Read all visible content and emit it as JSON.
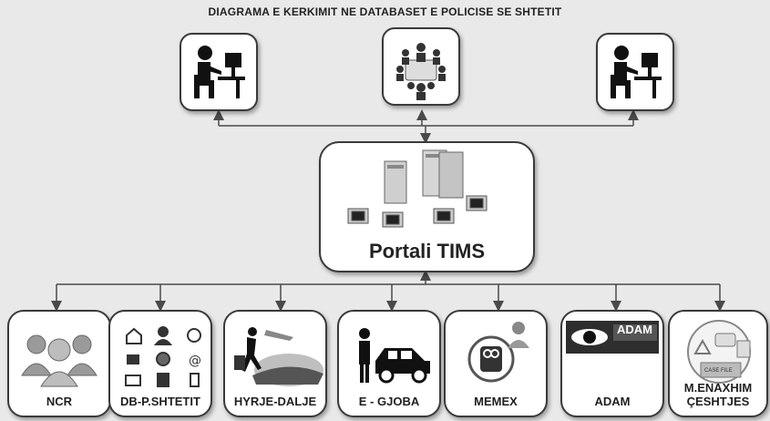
{
  "title": "DIAGRAMA E KERKIMIT NE DATABASET E POLICISE SE SHTETIT",
  "top_nodes": [
    {
      "icon": "workstation-user-icon"
    },
    {
      "icon": "meeting-group-icon"
    },
    {
      "icon": "workstation-user-icon"
    }
  ],
  "center": {
    "label": "Portali TIMS",
    "icon": "server-network-icon"
  },
  "databases": [
    {
      "label": "NCR",
      "icon": "people-group-icon"
    },
    {
      "label": "DB-P.SHTETIT",
      "icon": "icon-grid"
    },
    {
      "label": "HYRJE-DALJE",
      "icon": "traveler-icon"
    },
    {
      "label": "E - GJOBA",
      "icon": "car-officer-icon"
    },
    {
      "label": "MEMEX",
      "icon": "memex-icon"
    },
    {
      "label": "ADAM",
      "icon": "adam-eye-icon",
      "badge": "ADAM"
    },
    {
      "label": "M.ENAXHIM\nÇESHTJES",
      "icon": "case-file-icon",
      "badge": "CASE FILE"
    }
  ],
  "colors": {
    "line": "#4a4a4a",
    "border": "#3a3a3a",
    "bg": "#e9e9e9"
  }
}
